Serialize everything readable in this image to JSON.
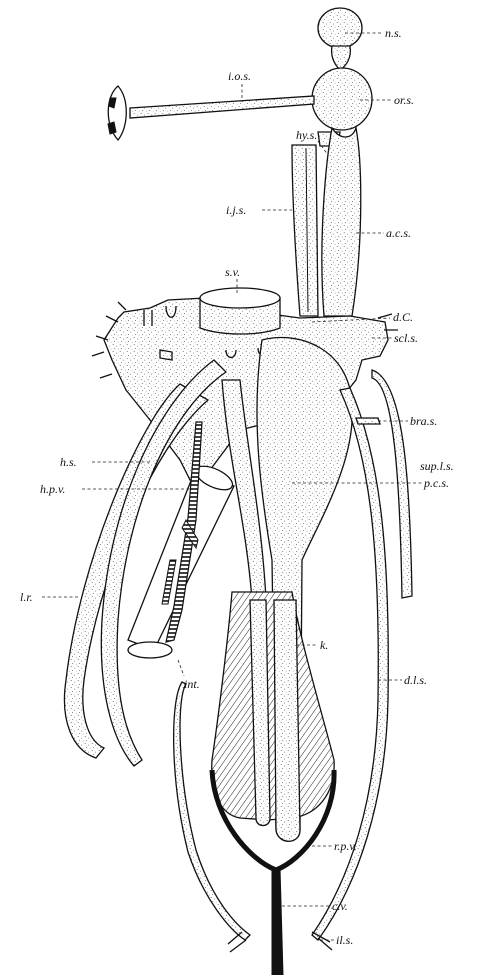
{
  "figure": {
    "labels": {
      "ns": "n.s.",
      "ors": "or.s.",
      "ios": "i.o.s.",
      "hys": "hy.s.",
      "ijs": "i.j.s.",
      "acs": "a.c.s.",
      "sv": "s.v.",
      "dc": "d.C.",
      "scls": "scl.s.",
      "bras": "bra.s.",
      "hs": "h.s.",
      "suplls": "sup.l.s.",
      "hpv": "h.p.v.",
      "pcs": "p.c.s.",
      "lr": "l.r.",
      "k": "k.",
      "dls": "d.l.s.",
      "int": "int.",
      "rpv": "r.p.v.",
      "cv": "c.v.",
      "ils": "il.s."
    }
  }
}
